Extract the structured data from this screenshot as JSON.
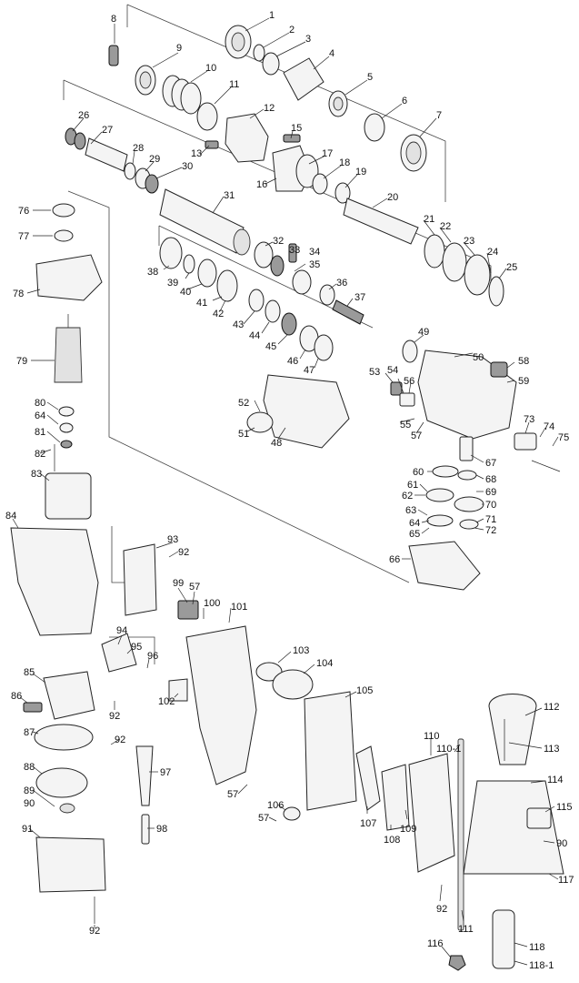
{
  "diagram": {
    "callouts": [
      {
        "id": "p1",
        "text": "1"
      },
      {
        "id": "p2",
        "text": "2"
      },
      {
        "id": "p3",
        "text": "3"
      },
      {
        "id": "p4",
        "text": "4"
      },
      {
        "id": "p5",
        "text": "5"
      },
      {
        "id": "p6",
        "text": "6"
      },
      {
        "id": "p7",
        "text": "7"
      },
      {
        "id": "p8",
        "text": "8"
      },
      {
        "id": "p9",
        "text": "9"
      },
      {
        "id": "p10",
        "text": "10"
      },
      {
        "id": "p11",
        "text": "11"
      },
      {
        "id": "p12",
        "text": "12"
      },
      {
        "id": "p13",
        "text": "13"
      },
      {
        "id": "p15",
        "text": "15"
      },
      {
        "id": "p16",
        "text": "16"
      },
      {
        "id": "p17",
        "text": "17"
      },
      {
        "id": "p18",
        "text": "18"
      },
      {
        "id": "p19",
        "text": "19"
      },
      {
        "id": "p20",
        "text": "20"
      },
      {
        "id": "p21",
        "text": "21"
      },
      {
        "id": "p22",
        "text": "22"
      },
      {
        "id": "p23",
        "text": "23"
      },
      {
        "id": "p24",
        "text": "24"
      },
      {
        "id": "p25",
        "text": "25"
      },
      {
        "id": "p26",
        "text": "26"
      },
      {
        "id": "p27",
        "text": "27"
      },
      {
        "id": "p28",
        "text": "28"
      },
      {
        "id": "p29",
        "text": "29"
      },
      {
        "id": "p30",
        "text": "30"
      },
      {
        "id": "p31",
        "text": "31"
      },
      {
        "id": "p32",
        "text": "32"
      },
      {
        "id": "p33",
        "text": "33"
      },
      {
        "id": "p34",
        "text": "34"
      },
      {
        "id": "p35",
        "text": "35"
      },
      {
        "id": "p36",
        "text": "36"
      },
      {
        "id": "p37",
        "text": "37"
      },
      {
        "id": "p38",
        "text": "38"
      },
      {
        "id": "p39",
        "text": "39"
      },
      {
        "id": "p40",
        "text": "40"
      },
      {
        "id": "p41",
        "text": "41"
      },
      {
        "id": "p42",
        "text": "42"
      },
      {
        "id": "p43",
        "text": "43"
      },
      {
        "id": "p44",
        "text": "44"
      },
      {
        "id": "p45",
        "text": "45"
      },
      {
        "id": "p46",
        "text": "46"
      },
      {
        "id": "p47",
        "text": "47"
      },
      {
        "id": "p48",
        "text": "48"
      },
      {
        "id": "p49",
        "text": "49"
      },
      {
        "id": "p50",
        "text": "50"
      },
      {
        "id": "p51",
        "text": "51"
      },
      {
        "id": "p52",
        "text": "52"
      },
      {
        "id": "p53",
        "text": "53"
      },
      {
        "id": "p54",
        "text": "54"
      },
      {
        "id": "p55",
        "text": "55"
      },
      {
        "id": "p56",
        "text": "56"
      },
      {
        "id": "p57a",
        "text": "57"
      },
      {
        "id": "p58",
        "text": "58"
      },
      {
        "id": "p59",
        "text": "59"
      },
      {
        "id": "p60",
        "text": "60"
      },
      {
        "id": "p61",
        "text": "61"
      },
      {
        "id": "p62",
        "text": "62"
      },
      {
        "id": "p63",
        "text": "63"
      },
      {
        "id": "p64a",
        "text": "64"
      },
      {
        "id": "p65",
        "text": "65"
      },
      {
        "id": "p66",
        "text": "66"
      },
      {
        "id": "p67",
        "text": "67"
      },
      {
        "id": "p68",
        "text": "68"
      },
      {
        "id": "p69",
        "text": "69"
      },
      {
        "id": "p70",
        "text": "70"
      },
      {
        "id": "p71",
        "text": "71"
      },
      {
        "id": "p72",
        "text": "72"
      },
      {
        "id": "p73",
        "text": "73"
      },
      {
        "id": "p74",
        "text": "74"
      },
      {
        "id": "p75",
        "text": "75"
      },
      {
        "id": "p76",
        "text": "76"
      },
      {
        "id": "p77",
        "text": "77"
      },
      {
        "id": "p78",
        "text": "78"
      },
      {
        "id": "p79",
        "text": "79"
      },
      {
        "id": "p80",
        "text": "80"
      },
      {
        "id": "p64b",
        "text": "64"
      },
      {
        "id": "p81",
        "text": "81"
      },
      {
        "id": "p82",
        "text": "82"
      },
      {
        "id": "p83",
        "text": "83"
      },
      {
        "id": "p84",
        "text": "84"
      },
      {
        "id": "p85",
        "text": "85"
      },
      {
        "id": "p86",
        "text": "86"
      },
      {
        "id": "p87",
        "text": "87"
      },
      {
        "id": "p88",
        "text": "88"
      },
      {
        "id": "p89",
        "text": "89"
      },
      {
        "id": "p90a",
        "text": "90"
      },
      {
        "id": "p91",
        "text": "91"
      },
      {
        "id": "p92a",
        "text": "92"
      },
      {
        "id": "p92b",
        "text": "92"
      },
      {
        "id": "p92c",
        "text": "92"
      },
      {
        "id": "p92d",
        "text": "92"
      },
      {
        "id": "p92e",
        "text": "92"
      },
      {
        "id": "p93",
        "text": "93"
      },
      {
        "id": "p94",
        "text": "94"
      },
      {
        "id": "p95",
        "text": "95"
      },
      {
        "id": "p96",
        "text": "96"
      },
      {
        "id": "p97",
        "text": "97"
      },
      {
        "id": "p98",
        "text": "98"
      },
      {
        "id": "p99",
        "text": "99"
      },
      {
        "id": "p57b",
        "text": "57"
      },
      {
        "id": "p100",
        "text": "100"
      },
      {
        "id": "p101",
        "text": "101"
      },
      {
        "id": "p102",
        "text": "102"
      },
      {
        "id": "p103",
        "text": "103"
      },
      {
        "id": "p104",
        "text": "104"
      },
      {
        "id": "p105",
        "text": "105"
      },
      {
        "id": "p57c",
        "text": "57"
      },
      {
        "id": "p106",
        "text": "106"
      },
      {
        "id": "p57d",
        "text": "57"
      },
      {
        "id": "p107",
        "text": "107"
      },
      {
        "id": "p108",
        "text": "108"
      },
      {
        "id": "p109",
        "text": "109"
      },
      {
        "id": "p110",
        "text": "110"
      },
      {
        "id": "p110-1",
        "text": "110-1"
      },
      {
        "id": "p111",
        "text": "111"
      },
      {
        "id": "p112",
        "text": "112"
      },
      {
        "id": "p113",
        "text": "113"
      },
      {
        "id": "p114",
        "text": "114"
      },
      {
        "id": "p115",
        "text": "115"
      },
      {
        "id": "p90b",
        "text": "90"
      },
      {
        "id": "p117",
        "text": "117"
      },
      {
        "id": "p116",
        "text": "116"
      },
      {
        "id": "p118",
        "text": "118"
      },
      {
        "id": "p118-1",
        "text": "118-1"
      }
    ]
  }
}
